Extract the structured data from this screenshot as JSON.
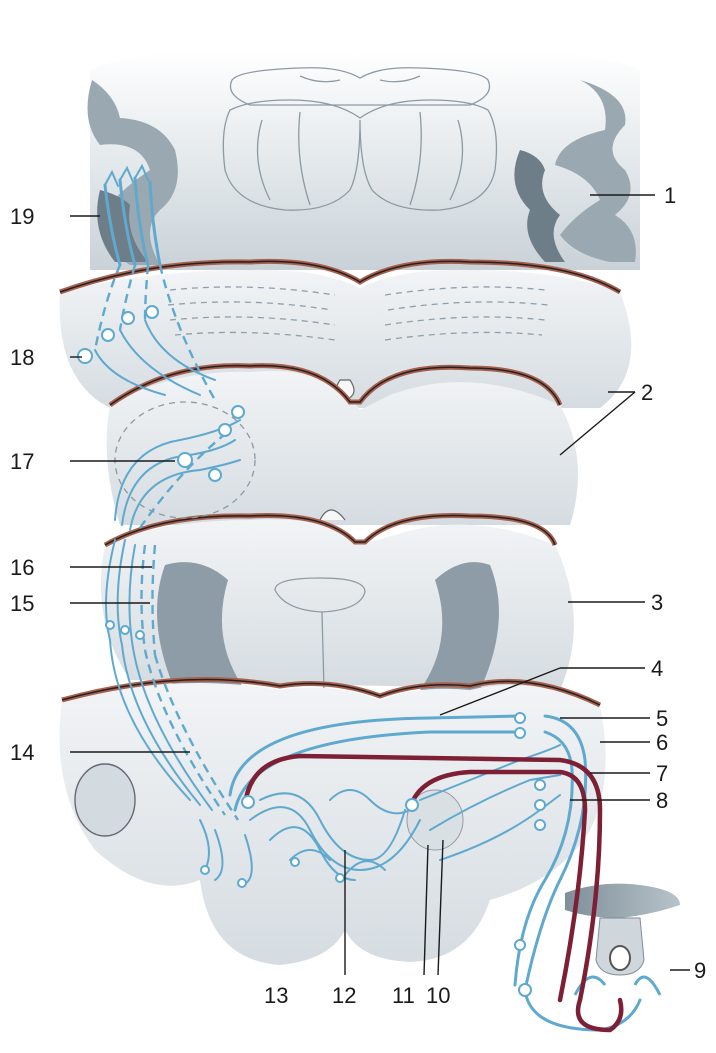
{
  "labels": {
    "l1": "1",
    "l2": "2",
    "l3": "3",
    "l4": "4",
    "l5": "5",
    "l6": "6",
    "l7": "7",
    "l8": "8",
    "l9": "9",
    "l10": "10",
    "l11": "11",
    "l12": "12",
    "l13": "13",
    "l14": "14",
    "l15": "15",
    "l16": "16",
    "l17": "17",
    "l18": "18",
    "l19": "19"
  },
  "colors": {
    "tissue": "#e6eaed",
    "cortex": "#8d9ca6",
    "section_rim": "#a85f4d",
    "afferent_fiber": "#5fa9cf",
    "efferent_fiber": "#7d1f35",
    "label_text": "#1a1a1a"
  }
}
